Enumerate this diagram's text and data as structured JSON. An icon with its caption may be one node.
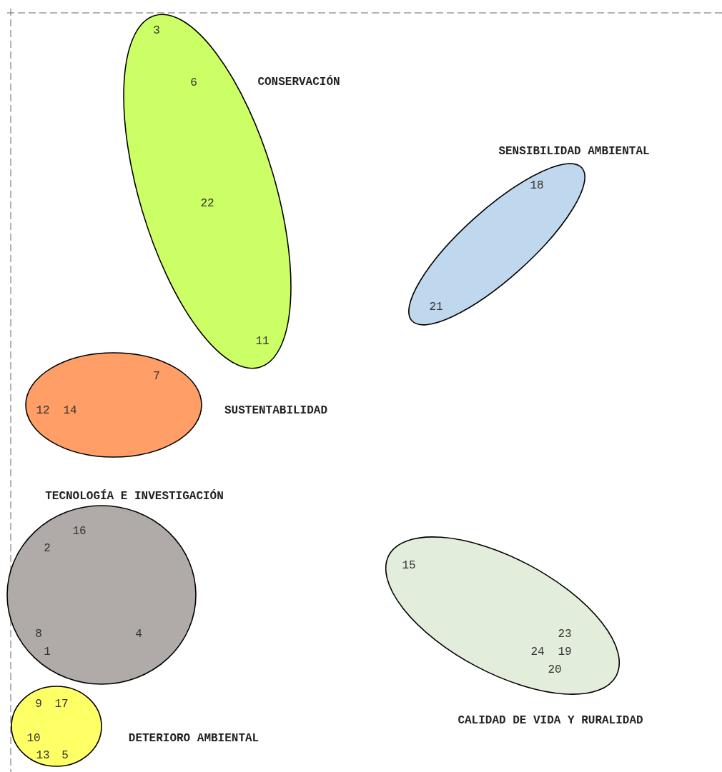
{
  "diagram": {
    "nodes": [
      {
        "text": [
          "CONSERVACIÓN",
          "3",
          "6",
          "22",
          "11"
        ]
      },
      {
        "text": [
          "SENSIBILIDAD AMBIENTAL",
          "18",
          "21"
        ]
      },
      {
        "text": [
          "SUSTENTABILIDAD",
          "7",
          "12",
          "14"
        ]
      },
      {
        "text": [
          "TECNOLOGÍA E INVESTIGACIÓN",
          "16",
          "2",
          "8",
          "4",
          "1"
        ]
      },
      {
        "text": [
          "CALIDAD DE VIDA Y RURALIDAD",
          "15",
          "23",
          "24",
          "19",
          "20"
        ]
      },
      {
        "text": [
          "DETERIORO AMBIENTAL",
          "9",
          "17",
          "10",
          "13",
          "5"
        ]
      }
    ],
    "edges": []
  }
}
